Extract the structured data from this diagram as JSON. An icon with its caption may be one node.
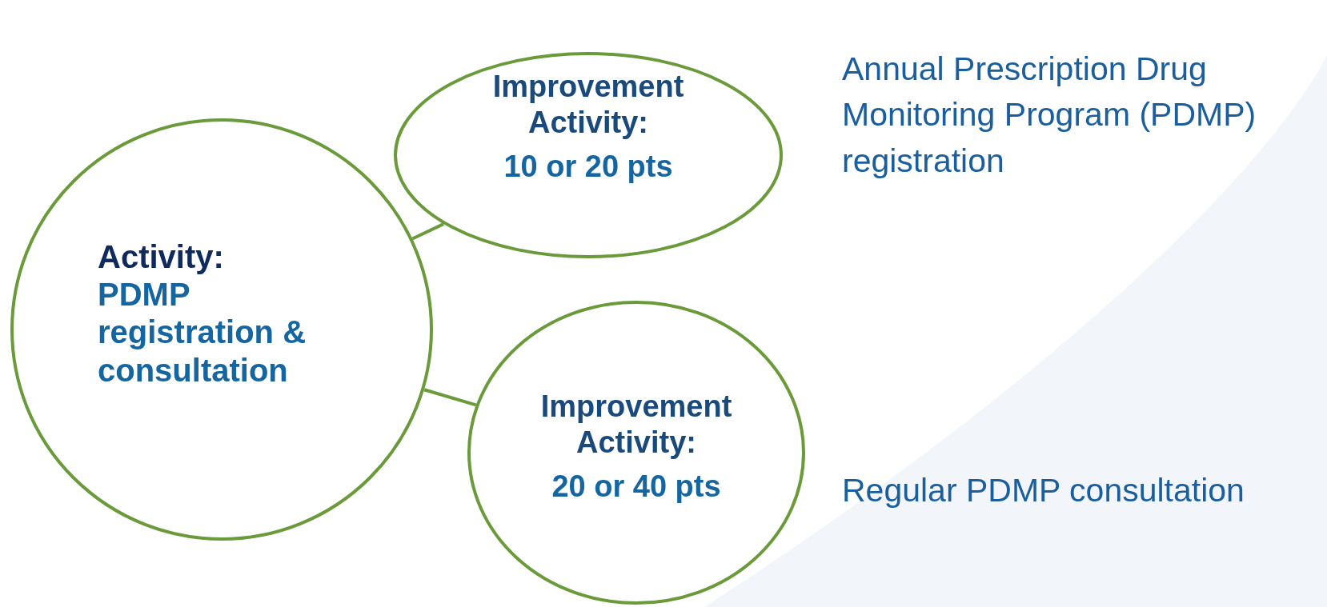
{
  "diagram": {
    "nodes": [
      {
        "text": [
          "Activity:",
          "PDMP registration & consultation"
        ]
      },
      {
        "text": [
          "Improvement Activity:",
          "10 or 20 pts"
        ],
        "beside": [
          "Annual Prescription Drug Monitoring Program (PDMP) registration"
        ]
      },
      {
        "text": [
          "Improvement Activity:",
          "20 or 40 pts"
        ],
        "beside": [
          "Regular PDMP consultation"
        ]
      }
    ],
    "edges": [
      {
        "from": 0,
        "to": 1,
        "arrow": "none"
      },
      {
        "from": 0,
        "to": 2,
        "arrow": "none"
      }
    ]
  }
}
